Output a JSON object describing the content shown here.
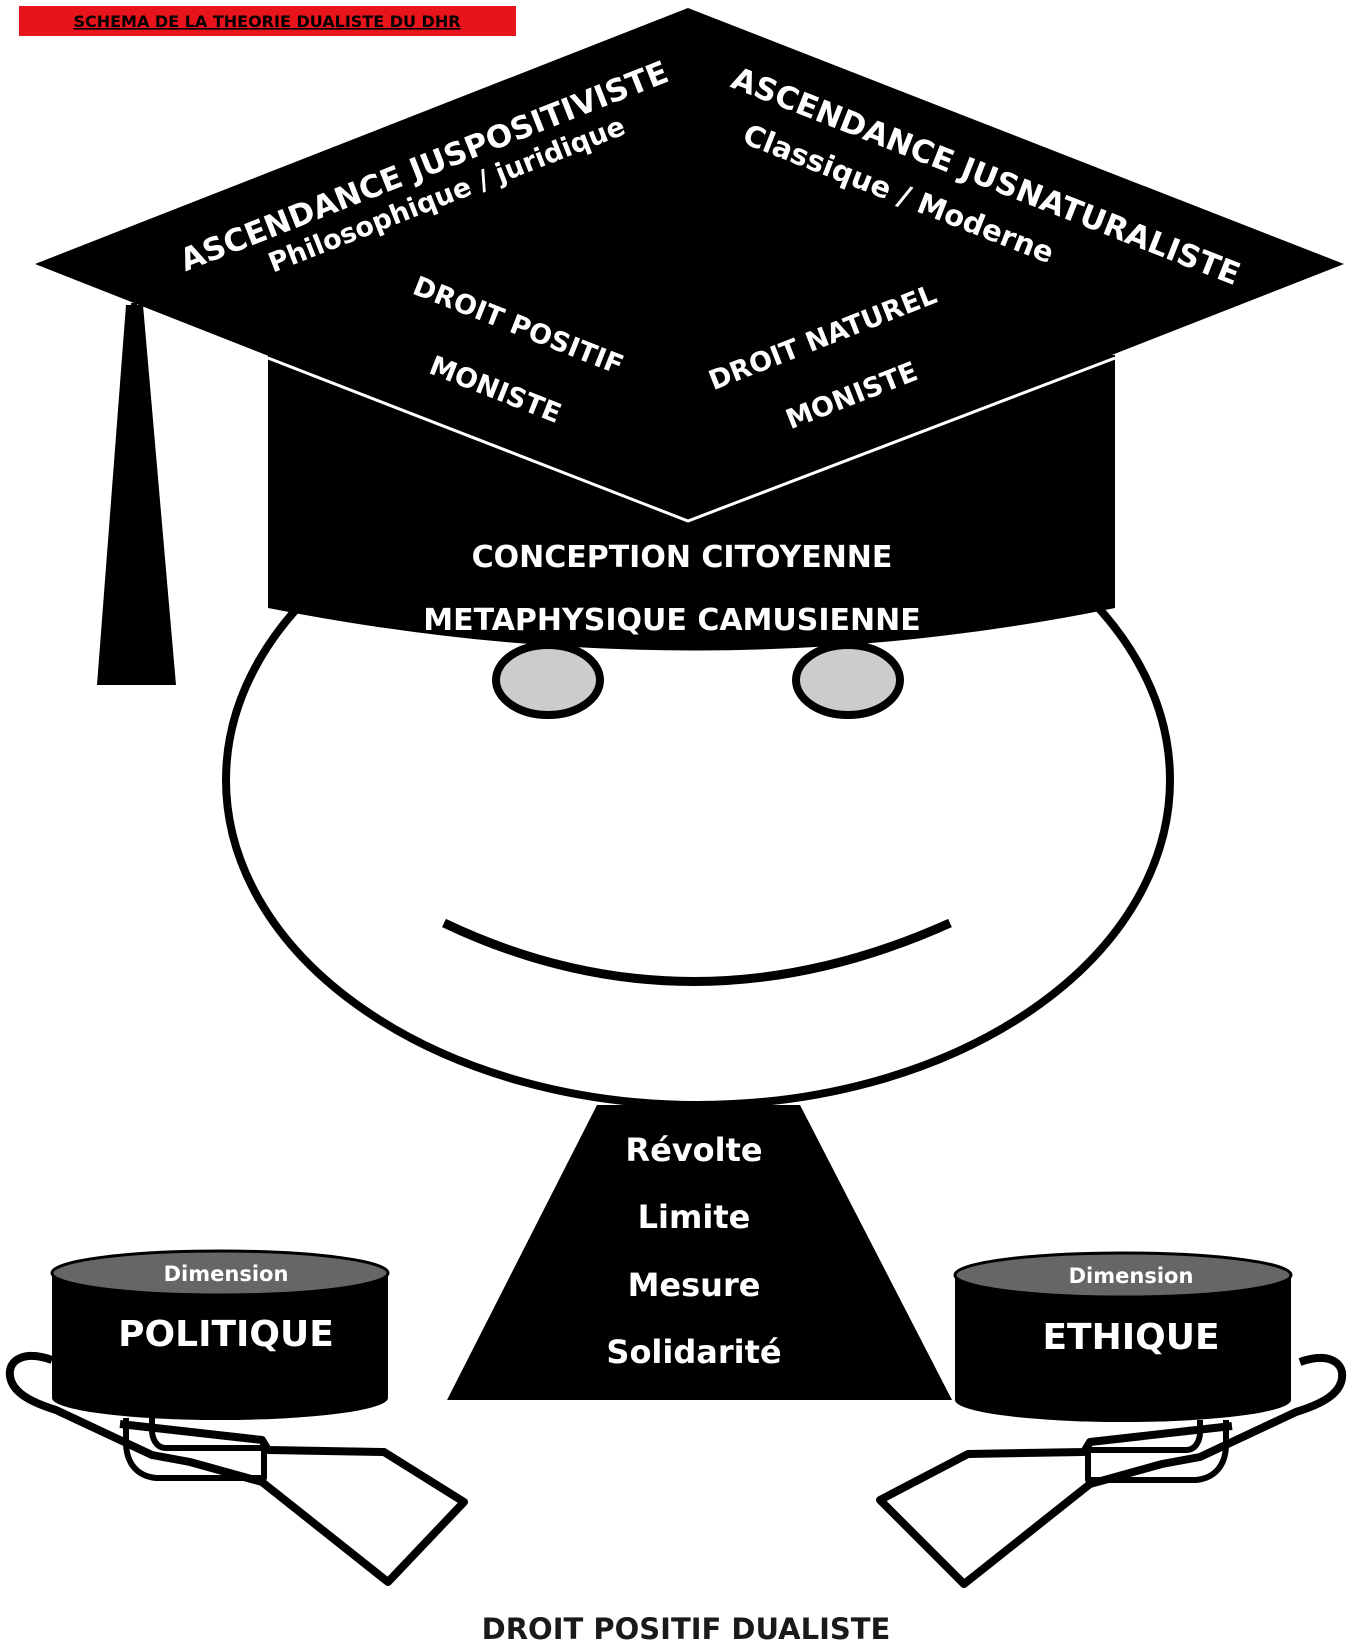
{
  "title": "SCHEMA DE LA THEORIE DUALISTE DU DHR",
  "cap": {
    "left": {
      "heading": "ASCENDANCE JUSPOSITIVISTE",
      "subheading": "Philosophique / juridique",
      "droit": "DROIT POSITIF",
      "moniste": "MONISTE"
    },
    "right": {
      "heading": "ASCENDANCE JUSNATURALISTE",
      "subheading": "Classique / Moderne",
      "droit": "DROIT NATUREL",
      "moniste": "MONISTE"
    },
    "band_line1": "CONCEPTION CITOYENNE",
    "band_line2": "METAPHYSIQUE CAMUSIENNE"
  },
  "neck_values": [
    "Révolte",
    "Limite",
    "Mesure",
    "Solidarité"
  ],
  "dimensions": {
    "left": {
      "label": "Dimension",
      "name": "POLITIQUE"
    },
    "right": {
      "label": "Dimension",
      "name": "ETHIQUE"
    }
  },
  "footer": "DROIT POSITIF DUALISTE",
  "colors": {
    "title_bg": "#e8141c",
    "ink": "#000000",
    "eye": "#cccccc",
    "drum_top": "#666666",
    "text_light": "#ffffff"
  }
}
